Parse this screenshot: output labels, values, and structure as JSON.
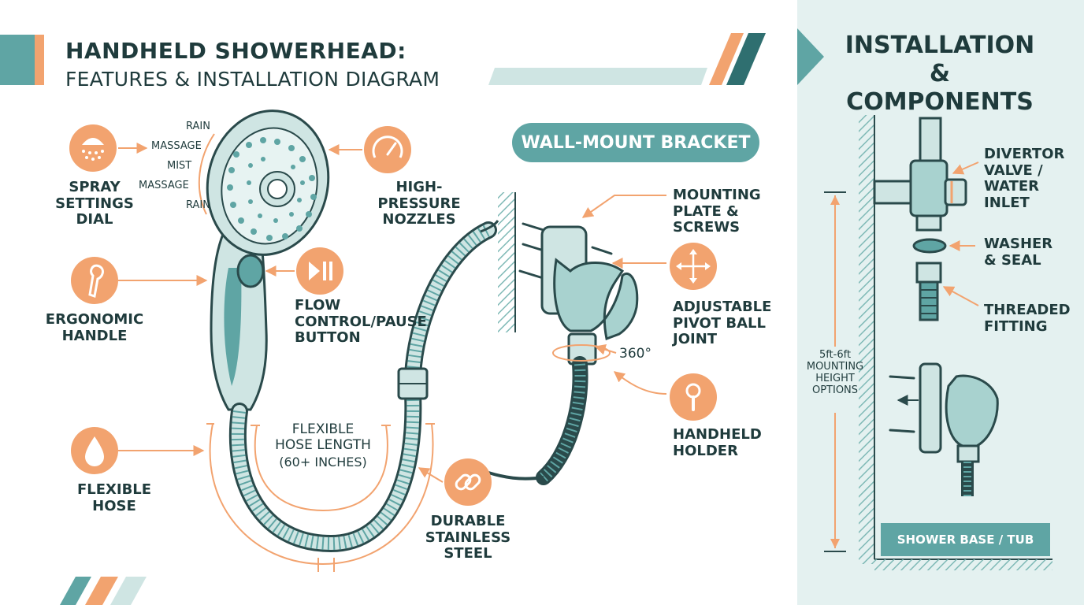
{
  "title": {
    "line1": "HANDHELD SHOWERHEAD:",
    "line2": "FEATURES & INSTALLATION DIAGRAM"
  },
  "right_panel": {
    "title": "INSTALLATION\n& COMPONENTS",
    "labels": {
      "divertor": "DIVERTOR\nVALVE /\nWATER\nINLET",
      "washer": "WASHER\n& SEAL",
      "threaded": "THREADED\nFITTING",
      "height": "5ft-6ft\nMOUNTING\nHEIGHT\nOPTIONS",
      "base": "SHOWER BASE / TUB"
    }
  },
  "spray_settings": [
    "RAIN",
    "MASSAGE",
    "MIST",
    "MASSAGE",
    "RAIN"
  ],
  "callouts": {
    "spray_dial": "SPRAY\nSETTINGS\nDIAL",
    "nozzles": "HIGH-PRESSURE\nNOZZLES",
    "handle": "ERGONOMIC\nHANDLE",
    "flow": "FLOW\nCONTROL/PAUSE\nBUTTON",
    "hose": "FLEXIBLE\nHOSE",
    "hose_length_title": "FLEXIBLE\nHOSE LENGTH",
    "hose_length_value": "(60+ INCHES)",
    "steel": "DURABLE\nSTAINLESS\nSTEEL"
  },
  "bracket": {
    "title": "WALL-MOUNT BRACKET",
    "plate": "MOUNTING\nPLATE & SCREWS",
    "pivot": "ADJUSTABLE\nPIVOT BALL\nJOINT",
    "rotation": "360°",
    "holder": "HANDHELD\nHOLDER"
  },
  "icons": {
    "spray": "shower-spray-icon",
    "gauge": "pressure-gauge-icon",
    "handle": "handle-icon",
    "flow": "play-pause-icon",
    "drop": "water-drop-icon",
    "link": "chain-link-icon",
    "pivot": "move-arrows-icon",
    "holder": "holder-icon"
  },
  "colors": {
    "teal": "#5fa5a4",
    "teal_light": "#cfe5e3",
    "orange": "#f2a36f",
    "orange_light": "#fbd9bf",
    "dark": "#1f3b3c",
    "panel": "#e4f1f0"
  }
}
